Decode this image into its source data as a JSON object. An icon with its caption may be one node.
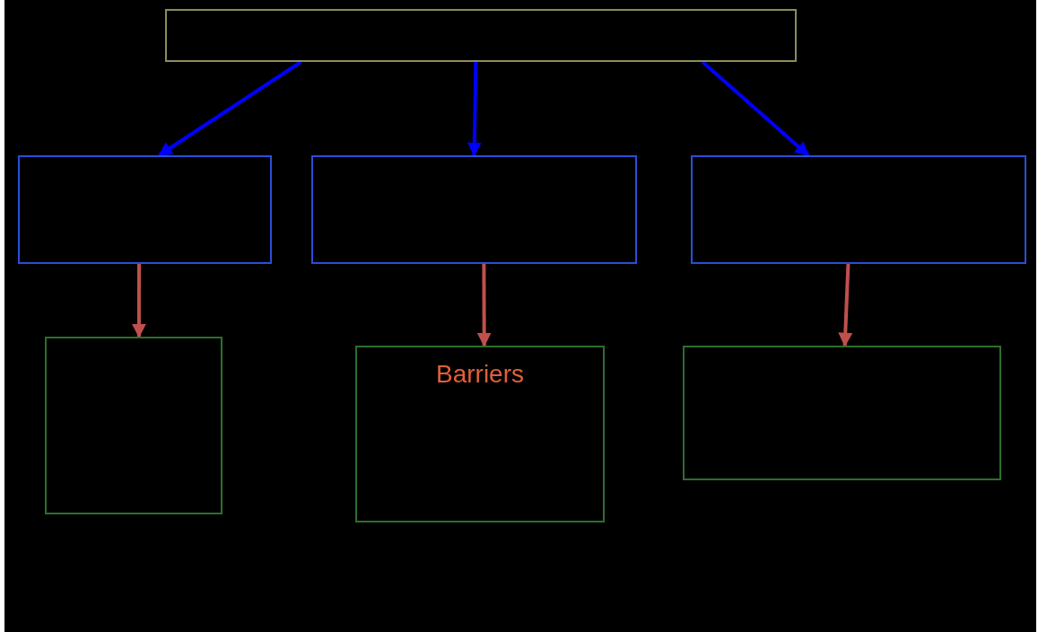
{
  "diagram": {
    "nodes": [
      {
        "text": [],
        "shape": "box"
      },
      {
        "text": [],
        "shape": "box"
      },
      {
        "text": [],
        "shape": "box"
      },
      {
        "text": [],
        "shape": "box"
      },
      {
        "text": [],
        "shape": "box"
      },
      {
        "text": [
          "Barriers"
        ]
      },
      {
        "text": [],
        "shape": "box"
      }
    ],
    "edges": [
      {
        "from": 0,
        "to": 1,
        "arrow": "to",
        "color": "#0000ff"
      },
      {
        "from": 0,
        "to": 2,
        "arrow": "to",
        "color": "#0000ff"
      },
      {
        "from": 0,
        "to": 3,
        "arrow": "to",
        "color": "#0000ff"
      },
      {
        "from": 1,
        "to": 4,
        "arrow": "to",
        "color": "#c0504d"
      },
      {
        "from": 2,
        "to": 5,
        "arrow": "to",
        "color": "#c0504d"
      },
      {
        "from": 3,
        "to": 6,
        "arrow": "to",
        "color": "#c0504d"
      }
    ]
  }
}
